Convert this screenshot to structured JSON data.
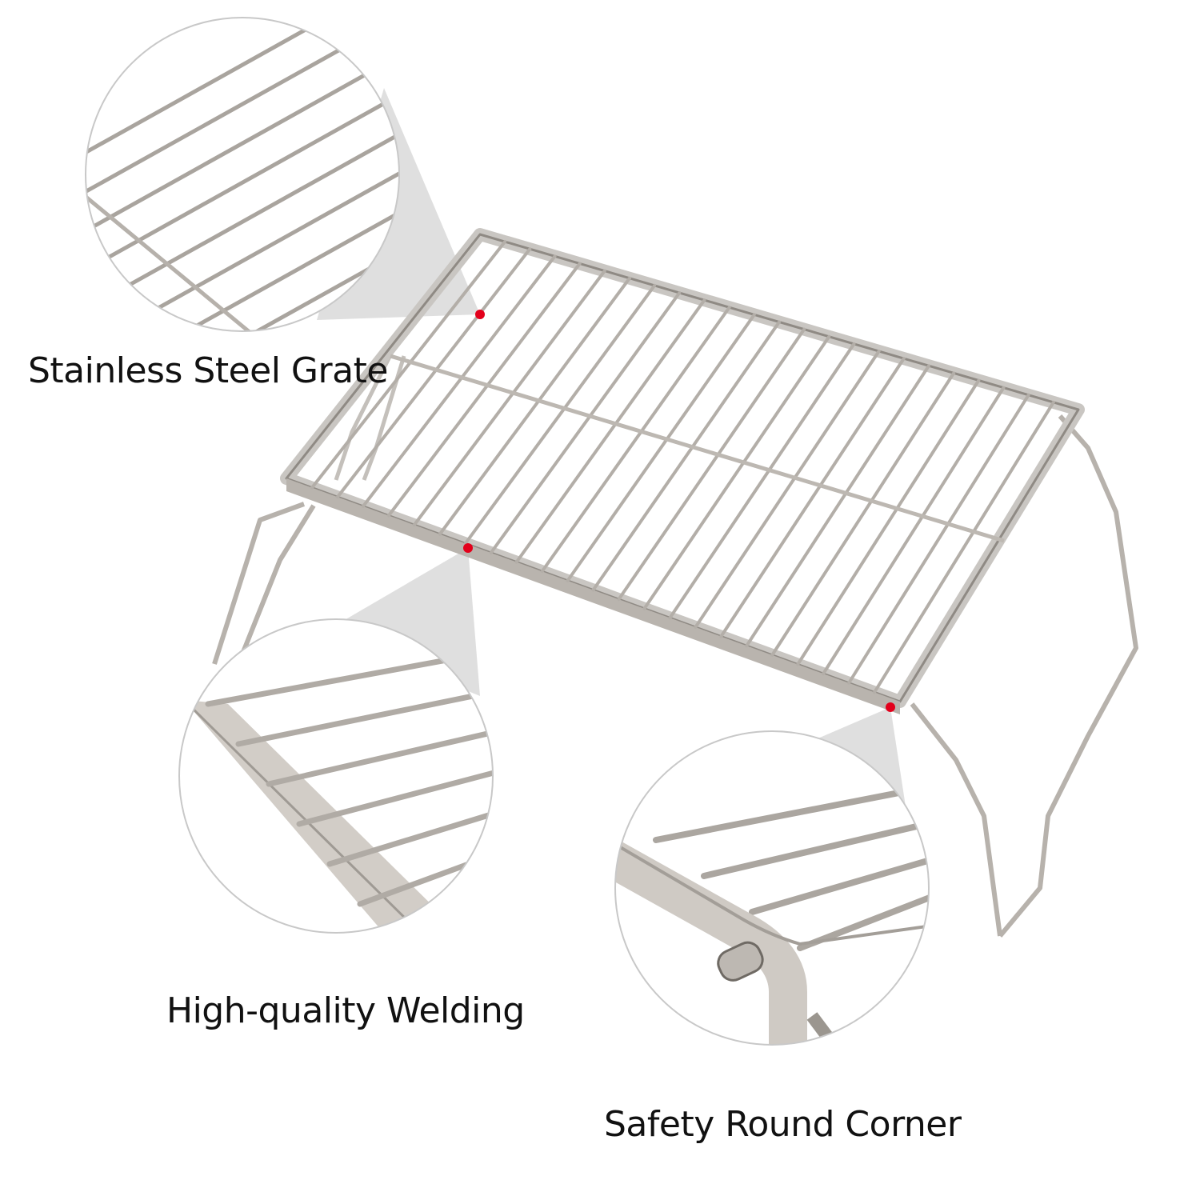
{
  "callouts": [
    {
      "id": "grate",
      "label": "Stainless Steel Grate"
    },
    {
      "id": "welding",
      "label": "High-quality Welding"
    },
    {
      "id": "corner",
      "label": "Safety Round Corner"
    }
  ],
  "colors": {
    "background": "#ffffff",
    "steel": "#c9c6c2",
    "steel_dark": "#8f8a84",
    "callout_fill": "#d9d9d9",
    "marker": "#e3001b",
    "text": "#111111"
  }
}
